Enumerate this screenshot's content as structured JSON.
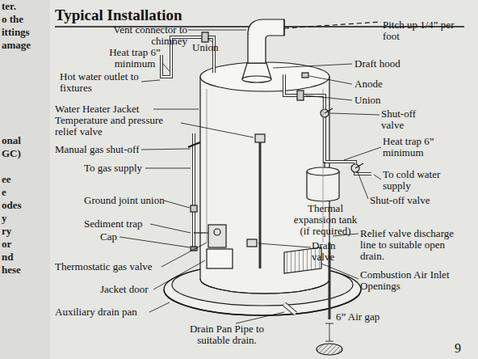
{
  "diagram": {
    "title": "Typical Installation",
    "labels": [
      "ter.",
      "o the",
      "ittings",
      "amage",
      "onal",
      "GC)",
      "ee",
      "e",
      "odes",
      "y",
      "ry",
      "or",
      "nd",
      "hese",
      "Vent connector to chimney",
      "Union",
      "Pitch up 1/4” per foot",
      "Heat trap 6” minimum",
      "Draft hood",
      "Hot water outlet to fixtures",
      "Anode",
      "Water Heater Jacket",
      "Union",
      "Temperature and pressure relief valve",
      "Shut-off valve",
      "Manual gas shut-off",
      "Heat trap 6” minimum",
      "To gas supply",
      "To cold water supply",
      "Shut-off valve",
      "Ground joint union",
      "Thermal expansion tank (if required)",
      "Sediment trap",
      "Cap",
      "Relief valve discharge line to suitable open drain.",
      "Drain valve",
      "Thermostatic gas valve",
      "Combustion Air Inlet Openings",
      "Jacket door",
      "Auxiliary drain pan",
      "6” Air gap",
      "Drain Pan Pipe to suitable drain.",
      "9"
    ]
  }
}
